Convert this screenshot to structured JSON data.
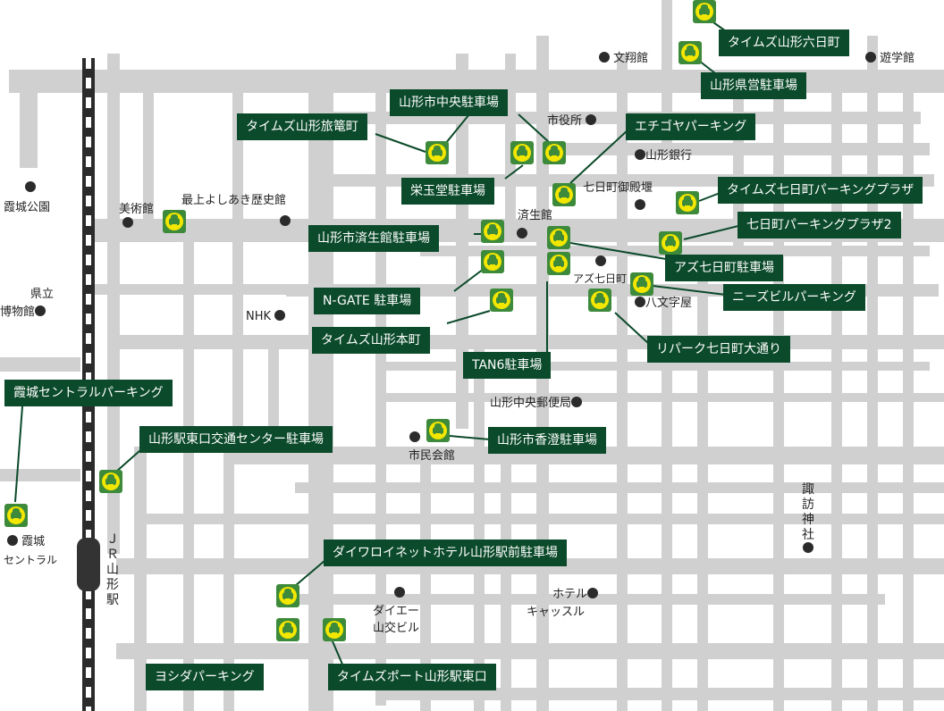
{
  "colors": {
    "road": "#d0d0d0",
    "label_bg": "#0b4a2a",
    "parking_green": "#3c8a3a",
    "parking_yellow": "#f3e600",
    "dot": "#2b2b2b"
  },
  "parking_labels": [
    "タイムズ山形六日町",
    "山形県営駐車場",
    "山形市中央駐車場",
    "タイムズ山形旅篭町",
    "エチゴヤパーキング",
    "栄玉堂駐車場",
    "タイムズ七日町パーキングプラザ",
    "七日町パーキングプラザ2",
    "山形市済生館駐車場",
    "アズ七日町駐車場",
    "ニーズビルパーキング",
    "N-GATE 駐車場",
    "タイムズ山形本町",
    "TAN6駐車場",
    "リパーク七日町大通り",
    "霞城セントラルパーキング",
    "山形駅東口交通センター駐車場",
    "山形市香澄駐車場",
    "ダイワロイネットホテル山形駅前駐車場",
    "ヨシダパーキング",
    "タイムズポート山形駅東口"
  ],
  "landmarks": {
    "bunshokan": "文翔館",
    "yugakukan": "遊学館",
    "shiyakusho": "市役所",
    "yamagata_ginko": "山形銀行",
    "nanokamachi_gotenzeki": "七日町御殿堰",
    "kajo_koen": "霞城公園",
    "bijutsukan": "美術館",
    "mogami_yoshiaki": "最上よしあき歴史館",
    "saiseikan": "済生館",
    "az_nanokamachi": "アズ七日町",
    "hachimonjiya": "八文字屋",
    "kenritsu_1": "県立",
    "kenritsu_2": "博物館",
    "nhk": "NHK",
    "chuo_yubinkyoku": "山形中央郵便局",
    "shimin_kaikan": "市民会館",
    "suwa_jinja": "諏訪神社",
    "kajo_central_1": "霞城",
    "kajo_central_2": "セントラル",
    "jr_station": "ＪＲ山形駅",
    "daiei_1": "ダイエー",
    "daiei_2": "山交ビル",
    "hotel_castle_1": "ホテル",
    "hotel_castle_2": "キャッスル"
  }
}
